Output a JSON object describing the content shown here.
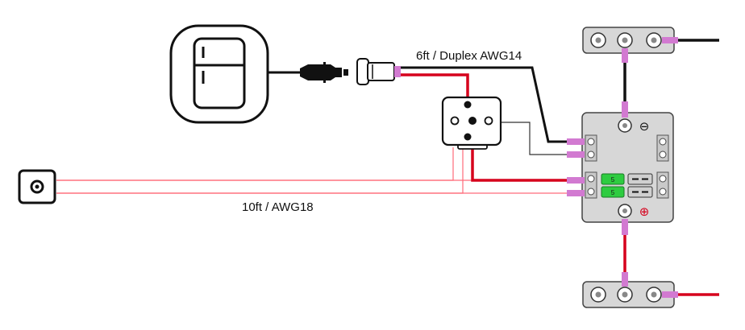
{
  "diagram": {
    "labels": {
      "duplex_cable": "6ft / Duplex AWG14",
      "signal_cable": "10ft / AWG18"
    },
    "fuse_block": {
      "fuses": [
        {
          "rating": "5",
          "color": "#2ecc40"
        },
        {
          "rating": "5",
          "color": "#2ecc40"
        }
      ],
      "negative_symbol": "⊖",
      "positive_symbol": "⊕"
    },
    "icons": {
      "appliance": "refrigerator-icon",
      "plug": "cigarette-plug-icon",
      "socket": "12v-socket-icon",
      "relay": "relay-icon",
      "sensor": "sensor-button-icon",
      "bus_bar": "bus-bar-icon"
    },
    "colors": {
      "positive_wire": "#d6001c",
      "negative_wire": "#111111",
      "thin_wire": "#ff6b7a",
      "terminal": "#d27ad1",
      "panel_gray": "#d7d7d7",
      "fuse_green": "#2ecc40"
    }
  }
}
